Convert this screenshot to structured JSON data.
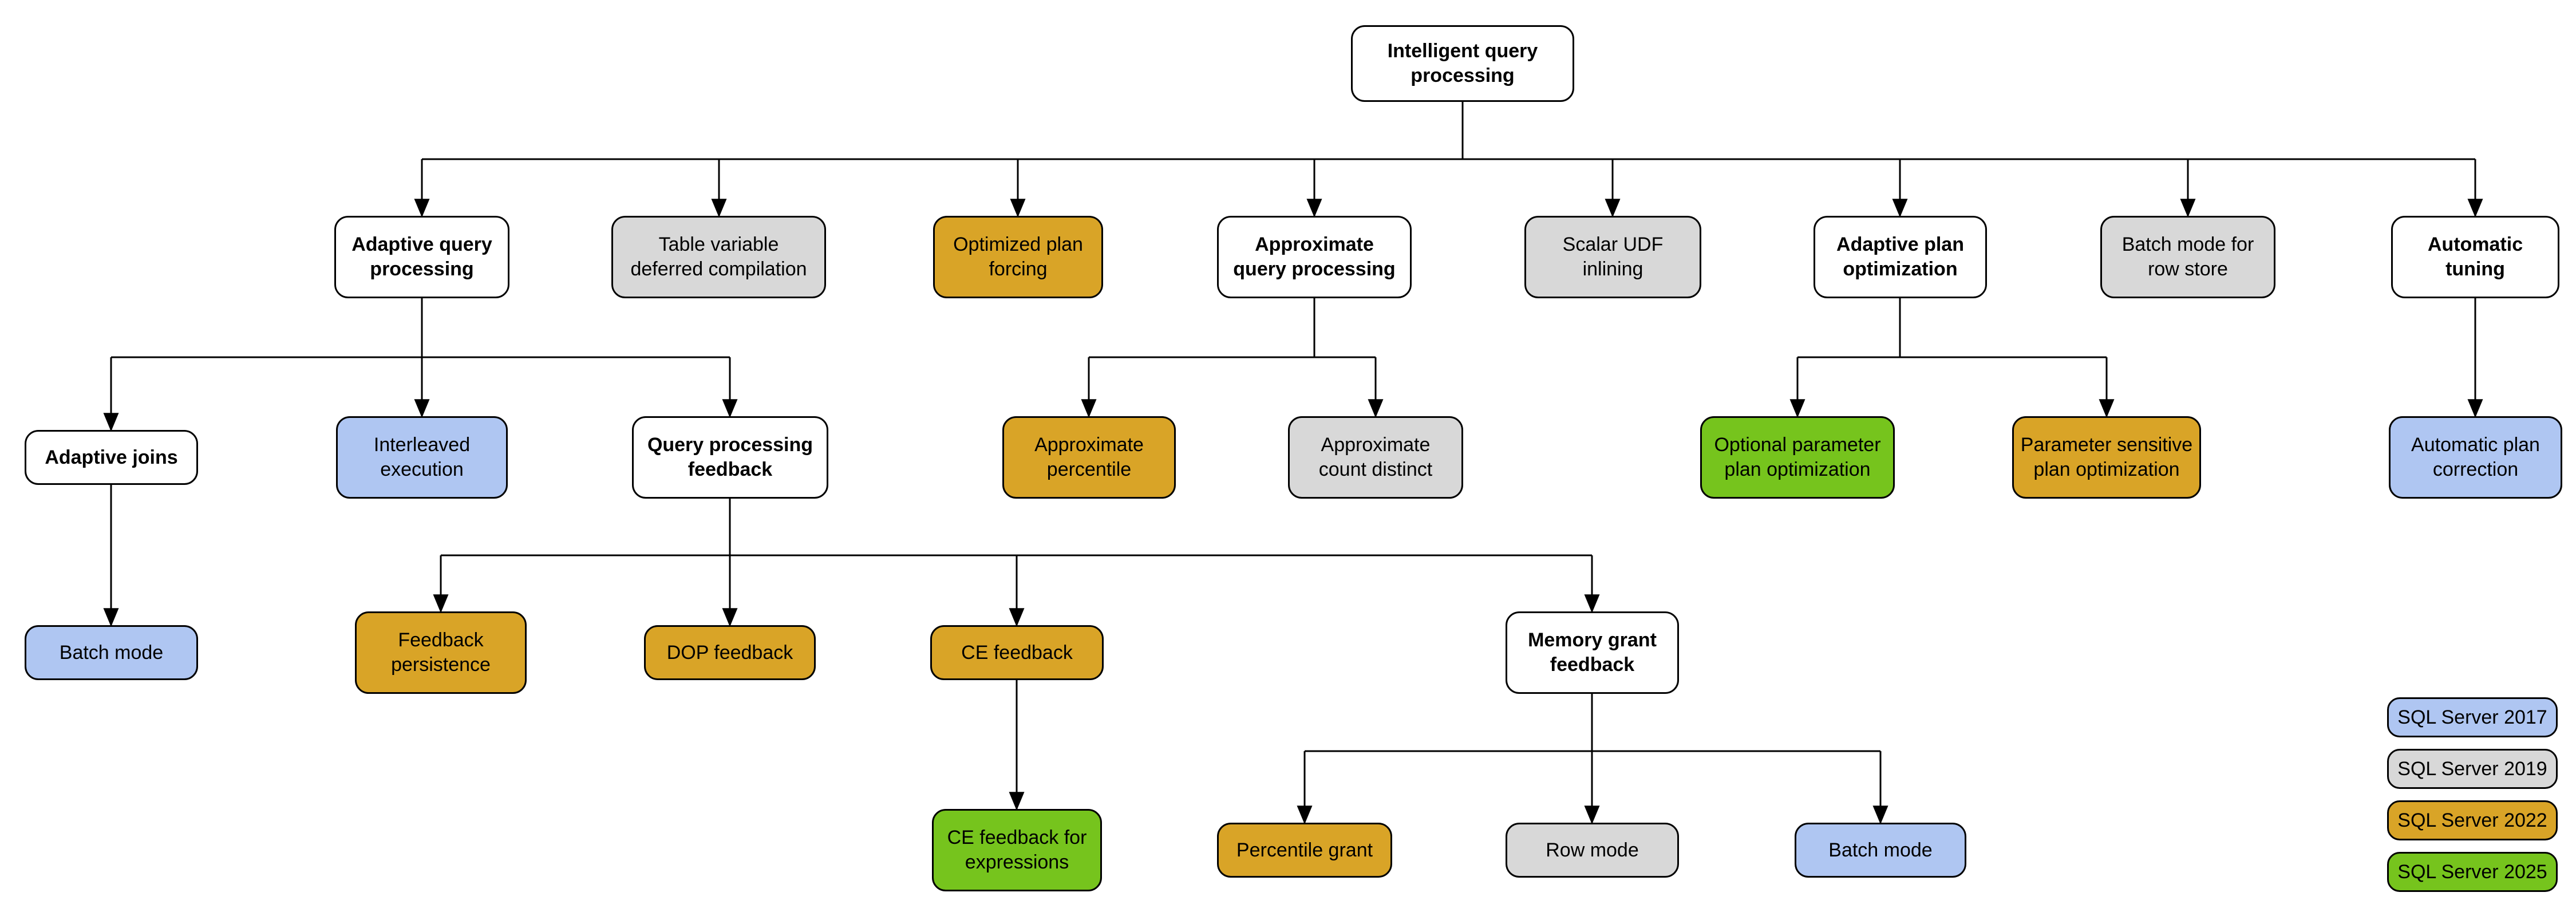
{
  "nodes": {
    "intelligent_query_processing": {
      "label": "Intelligent query\nprocessing",
      "version": null
    },
    "adaptive_query_processing": {
      "label": "Adaptive query\nprocessing",
      "version": null
    },
    "table_variable_deferred_compilation": {
      "label": "Table variable\ndeferred compilation",
      "version": "SQL Server 2019"
    },
    "optimized_plan_forcing": {
      "label": "Optimized plan\nforcing",
      "version": "SQL Server 2022"
    },
    "approximate_query_processing": {
      "label": "Approximate\nquery processing",
      "version": null
    },
    "scalar_udf_inlining": {
      "label": "Scalar UDF\ninlining",
      "version": "SQL Server 2019"
    },
    "adaptive_plan_optimization": {
      "label": "Adaptive plan\noptimization",
      "version": null
    },
    "batch_mode_for_row_store": {
      "label": "Batch mode for\nrow store",
      "version": "SQL Server 2019"
    },
    "automatic_tuning": {
      "label": "Automatic\ntuning",
      "version": null
    },
    "adaptive_joins": {
      "label": "Adaptive joins",
      "version": null
    },
    "interleaved_execution": {
      "label": "Interleaved\nexecution",
      "version": "SQL Server 2017"
    },
    "query_processing_feedback": {
      "label": "Query processing\nfeedback",
      "version": null
    },
    "approximate_percentile": {
      "label": "Approximate\npercentile",
      "version": "SQL Server 2022"
    },
    "approximate_count_distinct": {
      "label": "Approximate\ncount distinct",
      "version": "SQL Server 2019"
    },
    "optional_parameter_plan_optimization": {
      "label": "Optional parameter\nplan optimization",
      "version": "SQL Server 2025"
    },
    "parameter_sensitive_plan_optimization": {
      "label": "Parameter sensitive\nplan optimization",
      "version": "SQL Server 2022"
    },
    "automatic_plan_correction": {
      "label": "Automatic plan\ncorrection",
      "version": "SQL Server 2017"
    },
    "batch_mode_adaptive_joins": {
      "label": "Batch mode",
      "version": "SQL Server 2017"
    },
    "feedback_persistence": {
      "label": "Feedback\npersistence",
      "version": "SQL Server 2022"
    },
    "dop_feedback": {
      "label": "DOP feedback",
      "version": "SQL Server 2022"
    },
    "ce_feedback": {
      "label": "CE feedback",
      "version": "SQL Server 2022"
    },
    "memory_grant_feedback": {
      "label": "Memory grant\nfeedback",
      "version": null
    },
    "ce_feedback_for_expressions": {
      "label": "CE feedback for\nexpressions",
      "version": "SQL Server 2025"
    },
    "percentile_grant": {
      "label": "Percentile grant",
      "version": "SQL Server 2022"
    },
    "row_mode": {
      "label": "Row mode",
      "version": "SQL Server 2019"
    },
    "batch_mode_memory_grant": {
      "label": "Batch mode",
      "version": "SQL Server 2017"
    }
  },
  "legend": {
    "items": [
      {
        "label": "SQL Server 2017",
        "color": "#afc6f2"
      },
      {
        "label": "SQL Server 2019",
        "color": "#d8d8d8"
      },
      {
        "label": "SQL Server 2022",
        "color": "#d9a427"
      },
      {
        "label": "SQL Server 2025",
        "color": "#76c41d"
      }
    ]
  },
  "palette": {
    "category_fill": "#ffffff",
    "sql_2017": "#afc6f2",
    "sql_2019": "#d8d8d8",
    "sql_2022": "#d9a427",
    "sql_2025": "#76c41d",
    "line": "#000000"
  }
}
